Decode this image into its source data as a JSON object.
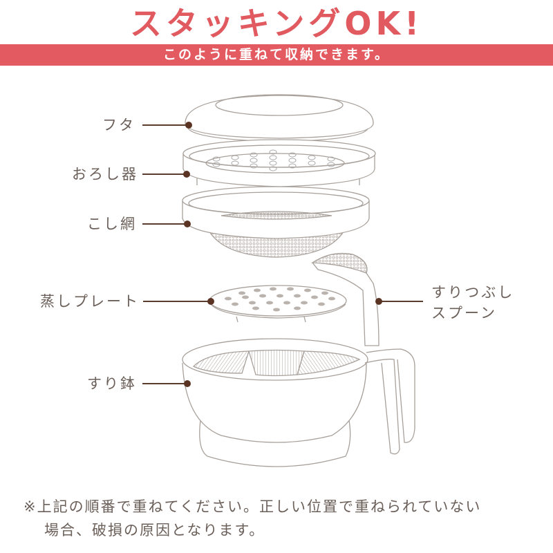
{
  "header": {
    "title": "スタッキングOK!",
    "subtitle": "このように重ねて収納できます。"
  },
  "parts": [
    {
      "label": "フタ"
    },
    {
      "label": "おろし器"
    },
    {
      "label": "こし網"
    },
    {
      "label": "蒸しプレート"
    },
    {
      "label": "すり鉢"
    }
  ],
  "spoon": {
    "label_line1": "すりつぶし",
    "label_line2": "スプーン"
  },
  "footer": {
    "note_line1": "※上記の順番で重ねてください。正しい位置で重ねられていない",
    "note_line2": "場合、破損の原因となります。"
  },
  "colors": {
    "accent": "#e35b61",
    "text": "#6b5f59",
    "line": "#5a3c2c",
    "dot": "#5a3322",
    "outline": "#a8a09a"
  }
}
